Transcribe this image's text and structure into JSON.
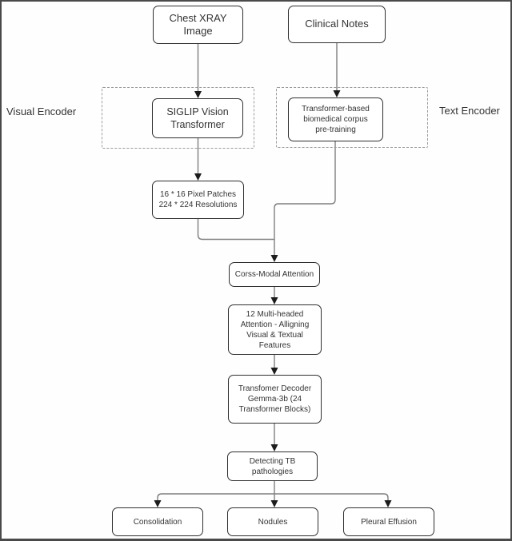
{
  "diagram": {
    "section_labels": {
      "visual_encoder": "Visual Encoder",
      "text_encoder": "Text Encoder"
    },
    "nodes": {
      "chest_xray": "Chest XRAY\nImage",
      "clinical_notes": "Clinical Notes",
      "siglip": "SIGLIP Vision\nTransformer",
      "text_pretraining": "Transformer-based\nbiomedical corpus\npre-training",
      "pixel_patches": "16 * 16 Pixel Patches\n224 * 224 Resolutions",
      "cross_modal_attention": "Corss-Modal Attention",
      "multi_headed_attention": "12 Multi-headed\nAttention - Alligning\nVisual & Textual\nFeatures",
      "transformer_decoder": "Transfomer Decoder\nGemma-3b (24\nTransformer Blocks)",
      "detecting_tb": "Detecting TB\npathologies",
      "consolidation": "Consolidation",
      "nodules": "Nodules",
      "pleural_effusion": "Pleural Effusion"
    },
    "colors": {
      "connector": "#7f7f7f",
      "arrowhead": "#1c1c1c",
      "box_border": "#2f2f2f",
      "text": "#333333",
      "background": "#ffffff"
    }
  }
}
